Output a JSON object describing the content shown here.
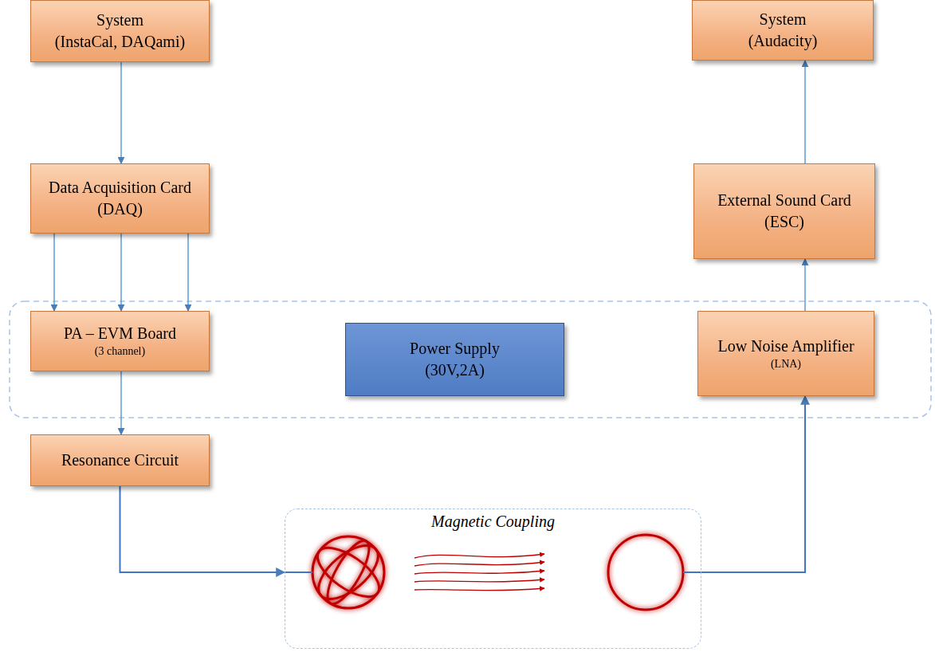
{
  "diagram": {
    "nodes": [
      {
        "text": [
          "System",
          "(InstaCal, DAQami)"
        ]
      },
      {
        "text": [
          "System",
          "(Audacity)"
        ]
      },
      {
        "text": [
          "Data Acquisition Card",
          "(DAQ)"
        ]
      },
      {
        "text": [
          "External Sound Card",
          "(ESC)"
        ]
      },
      {
        "text": [
          "PA – EVM Board",
          "(3 channel)"
        ]
      },
      {
        "text": [
          "Power Supply",
          "(30V,2A)"
        ]
      },
      {
        "text": [
          "Low Noise Amplifier",
          "(LNA)"
        ]
      },
      {
        "text": [
          "Resonance Circuit"
        ]
      },
      {
        "text": [
          "Magnetic Coupling"
        ]
      }
    ],
    "edges": [
      {
        "from": 0,
        "to": 2,
        "arrow": "to"
      },
      {
        "from": 2,
        "to": 4,
        "arrow": "to"
      },
      {
        "from": 2,
        "to": 4,
        "arrow": "to"
      },
      {
        "from": 2,
        "to": 4,
        "arrow": "to"
      },
      {
        "from": 4,
        "to": 7,
        "arrow": "to"
      },
      {
        "from": 7,
        "to": 8,
        "arrow": "to"
      },
      {
        "from": 8,
        "to": 6,
        "arrow": "to"
      },
      {
        "from": 6,
        "to": 3,
        "arrow": "to"
      },
      {
        "from": 3,
        "to": 1,
        "arrow": "to"
      }
    ]
  }
}
